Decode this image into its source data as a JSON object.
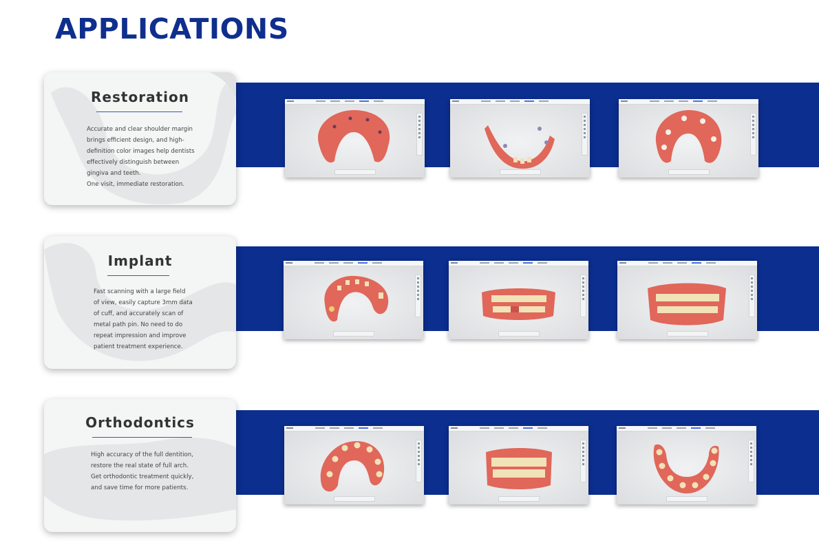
{
  "page": {
    "title": "APPLICATIONS"
  },
  "colors": {
    "brand_blue": "#0b2e8f",
    "title_blue": "#0f2f8e",
    "card_bg": "#f4f5f5",
    "gingiva": "#e0675a",
    "tooth": "#f1e2b8"
  },
  "sections": [
    {
      "title": "Restoration",
      "description": "Accurate and clear shoulder margin\nbrings efficient design, and high-\ndefinition color images help dentists\neffectively distinguish between\ngingiva and teeth.\nOne visit, immediate restoration.",
      "screens": [
        "edentulous-arch-with-implant-markers",
        "partial-arch-with-scan-bodies",
        "edentulous-arch-with-healing-caps"
      ]
    },
    {
      "title": "Implant",
      "description": "Fast scanning with a large field\nof view, easily capture 3mm data\nof cuff, and accurately scan of\nmetal path pin. No need to do\nrepeat impression and improve\npatient treatment experience.",
      "screens": [
        "upper-arch-with-implant-sites",
        "bite-view-with-missing-teeth",
        "full-bite-view"
      ]
    },
    {
      "title": "Orthodontics",
      "description": "High accuracy of the full dentition,\nrestore the real state of full arch.\nGet orthodontic treatment quickly,\nand save time for more patients.",
      "screens": [
        "lower-arch-occlusal-view",
        "frontal-bite-view",
        "upper-arch-occlusal-view"
      ]
    }
  ]
}
